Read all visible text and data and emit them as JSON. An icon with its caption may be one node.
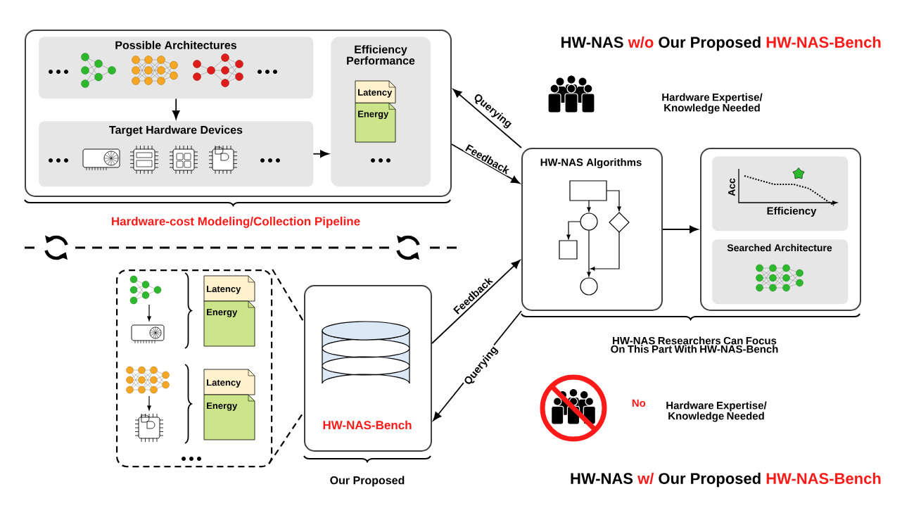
{
  "diagram": {
    "nodes": [
      {
        "text": [],
        "shape": "box",
        "beside": [
          "Hardware-cost Modeling/Collection Pipeline"
        ]
      },
      {
        "text": [
          "Possible Architectures"
        ],
        "in": 0
      },
      {
        "text": [
          "Target Hardware Devices"
        ],
        "in": 0
      },
      {
        "text": [
          "Efficiency Performance"
        ],
        "in": 0
      },
      {
        "text": [
          "Latency",
          "Energy"
        ],
        "in": 3
      },
      {
        "text": [
          "HW-NAS Algorithms"
        ]
      },
      {
        "text": [],
        "shape": "box"
      },
      {
        "text": [
          "Acc",
          "Efficiency"
        ],
        "in": 6
      },
      {
        "text": [
          "Searched Architecture"
        ],
        "in": 6
      },
      {
        "text": [],
        "shape": "box"
      },
      {
        "text": [
          "Latency",
          "Energy"
        ],
        "in": 9
      },
      {
        "text": [
          "Latency",
          "Energy"
        ],
        "in": 9
      },
      {
        "text": [
          "HW-NAS-Bench"
        ],
        "beside": [
          "Our Proposed"
        ]
      }
    ],
    "edges": [
      {
        "from": 1,
        "to": 2,
        "arrow": "to"
      },
      {
        "from": 2,
        "to": 3,
        "arrow": "to"
      },
      {
        "from": 5,
        "to": 0,
        "arrow": "to",
        "label": "Querying"
      },
      {
        "from": 0,
        "to": 5,
        "arrow": "to",
        "label": "Feedback"
      },
      {
        "from": 5,
        "to": 6,
        "arrow": "to"
      },
      {
        "from": 12,
        "to": 5,
        "arrow": "to",
        "label": "Feedback"
      },
      {
        "from": 5,
        "to": 12,
        "arrow": "to",
        "label": "Querying"
      },
      {
        "from": 9,
        "to": 12,
        "arrow": "none",
        "style": "dashed"
      },
      {
        "from": 9,
        "to": 12,
        "arrow": "none",
        "style": "dashed"
      }
    ],
    "labels": [
      "HW-NAS",
      "w/o",
      "Our Proposed",
      "HW-NAS-Bench",
      "Hardware Expertise/ Knowledge Needed",
      "HW-NAS Researchers Can Focus On This Part With HW-NAS-Bench",
      "No",
      "Hardware Expertise/ Knowledge Needed",
      "HW-NAS",
      "w/",
      "Our Proposed",
      "HW-NAS-Bench"
    ]
  }
}
